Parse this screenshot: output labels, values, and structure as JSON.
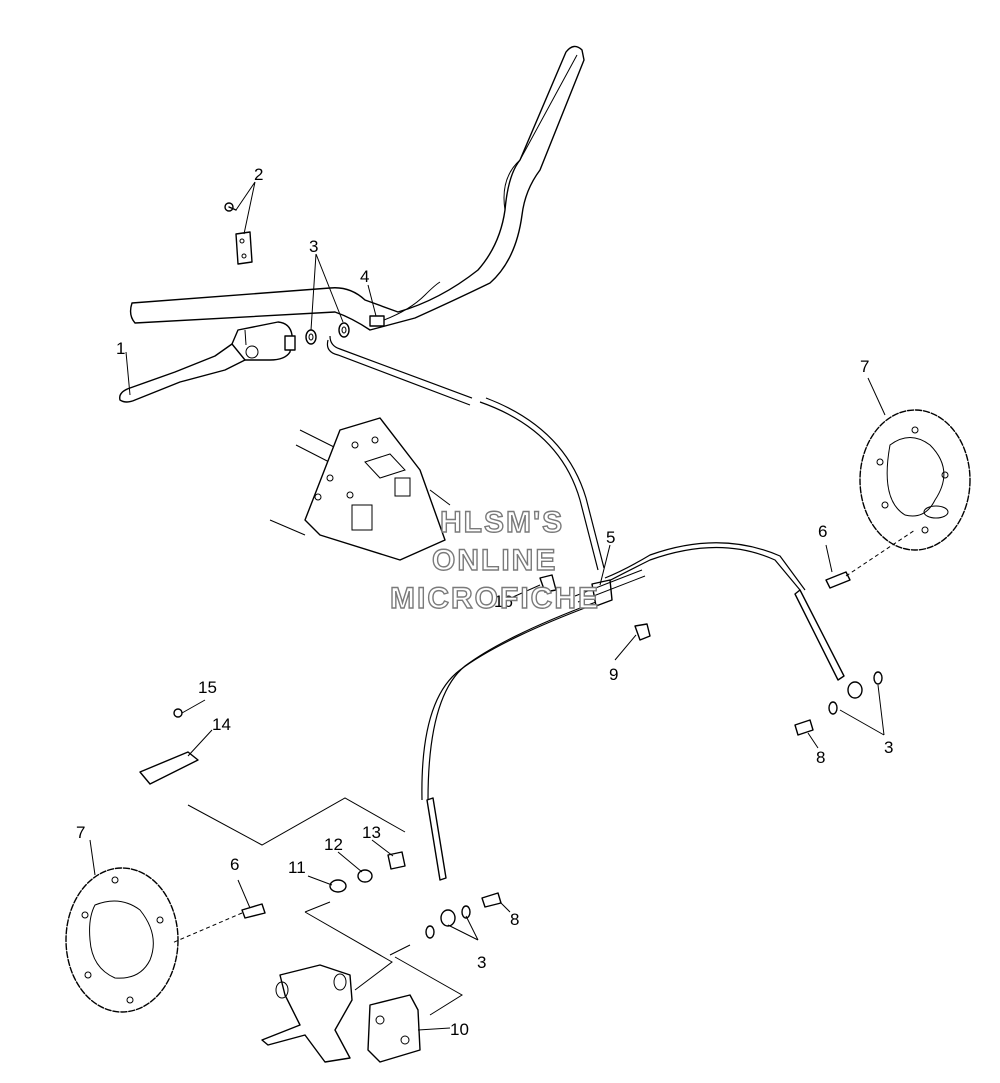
{
  "watermark": {
    "line1": "HLSM'S",
    "line2": "ONLINE",
    "line3": "MICROFICHE"
  },
  "callouts": {
    "c1": "1",
    "c2": "2",
    "c3a": "3",
    "c3b": "3",
    "c3c": "3",
    "c4": "4",
    "c5": "5",
    "c6a": "6",
    "c6b": "6",
    "c7a": "7",
    "c7b": "7",
    "c8a": "8",
    "c8b": "8",
    "c9": "9",
    "c10": "10",
    "c11": "11",
    "c12": "12",
    "c13": "13",
    "c14": "14",
    "c15": "15",
    "c16": "16"
  }
}
